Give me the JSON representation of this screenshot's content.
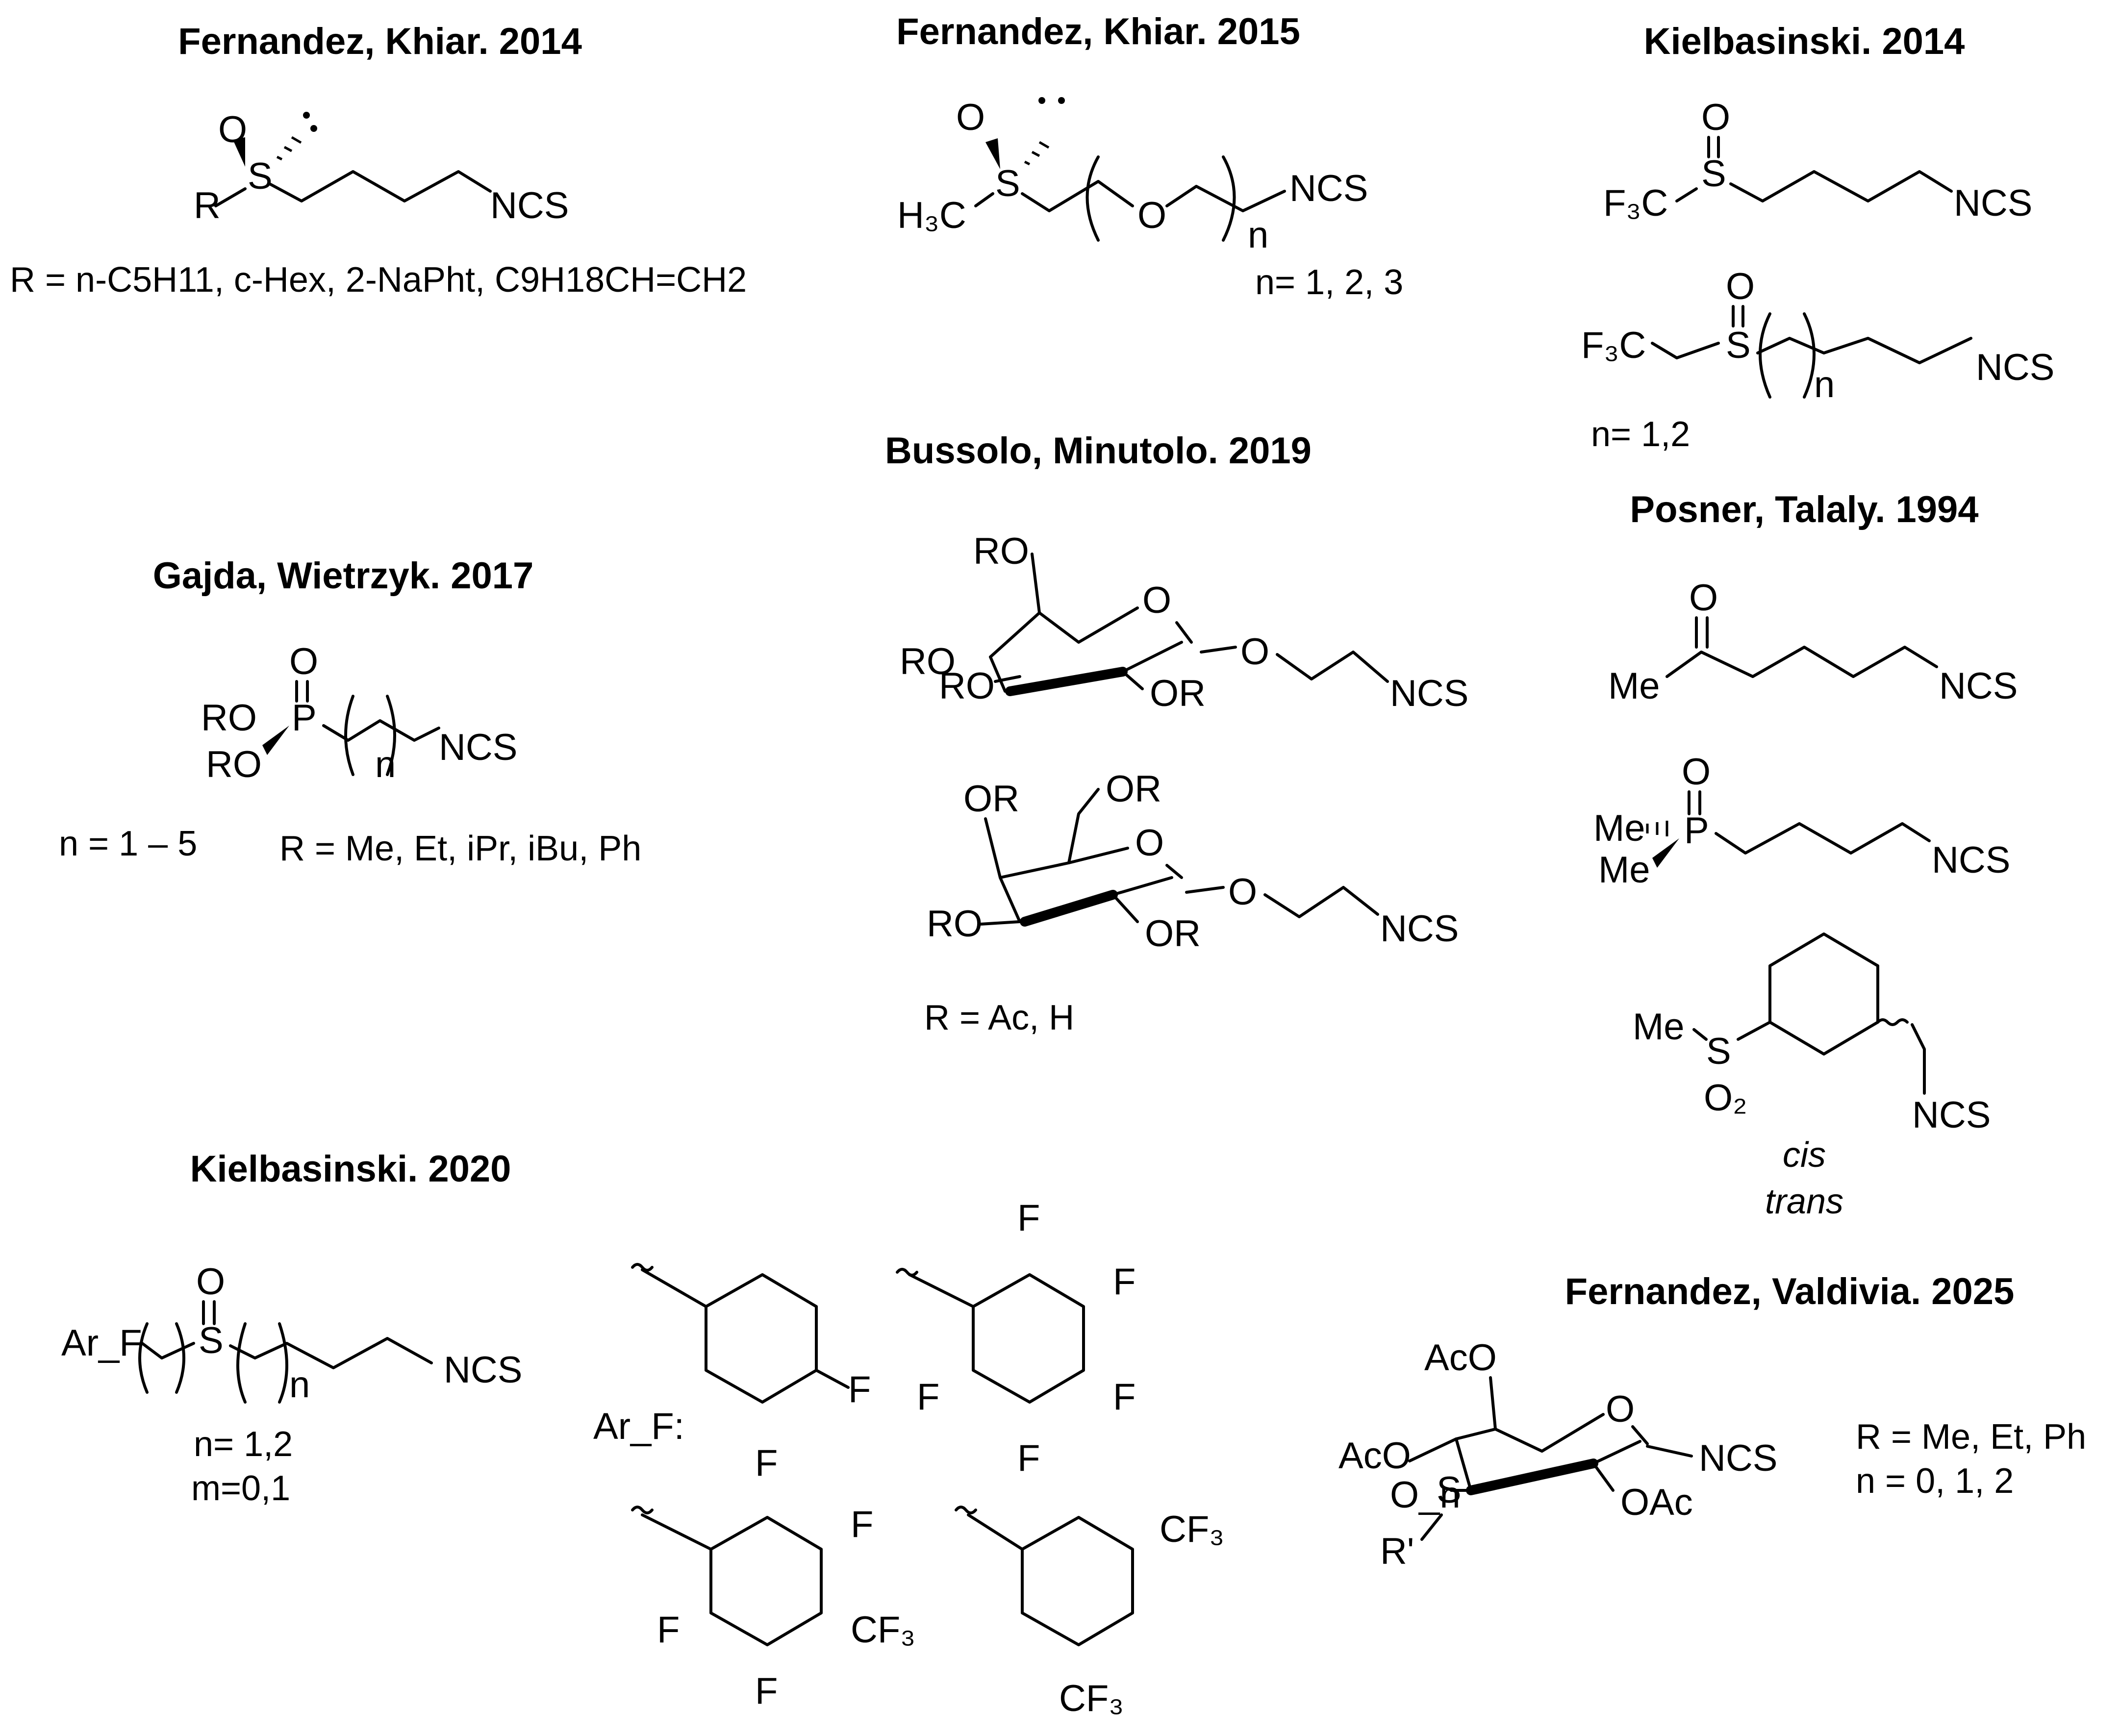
{
  "headings": {
    "fernandez_khiar_2014": "Fernandez, Khiar. 2014",
    "fernandez_khiar_2015": "Fernandez, Khiar. 2015",
    "kielbasinski_2014": "Kielbasinski. 2014",
    "bussolo_minutolo_2019": "Bussolo, Minutolo. 2019",
    "posner_talaly_1994": "Posner, Talaly. 1994",
    "gajda_wietrzyk_2017": "Gajda, Wietrzyk. 2017",
    "kielbasinski_2020": "Kielbasinski. 2020",
    "fernandez_valdivia_2025": "Fernandez, Valdivia. 2025"
  },
  "atoms": {
    "O": "O",
    "S": "S",
    "P": "P",
    "F": "F",
    "R": "R",
    "NCS": "NCS",
    "H3C": "H₃C",
    "F3C": "F₃C",
    "RO": "RO",
    "OR": "OR",
    "Me": "Me",
    "O2": "O₂",
    "ArF": "Ar_F",
    "ArF_colon": "Ar_F:",
    "CF3": "CF₃",
    "AcO": "AcO",
    "OAc": "OAc",
    "On": "O_n",
    "Rprime": "R'",
    "n": "n"
  },
  "notes": {
    "khiar2014_R": "R = n-C5H11, c-Hex, 2-NaPht, C9H18CH=CH2",
    "khiar2015_n": "n= 1, 2, 3",
    "kielbasinski2014_n": "n= 1,2",
    "gajda_n": "n = 1 – 5",
    "gajda_R": "R = Me, Et, iPr, iBu, Ph",
    "bussolo_R": "R = Ac, H",
    "posner_cis": "cis",
    "posner_trans": "trans",
    "kielbasinski2020_n": "n= 1,2",
    "kielbasinski2020_m": "m=0,1",
    "valdivia_R": "R = Me, Et, Ph",
    "valdivia_n": "n = 0, 1, 2"
  }
}
